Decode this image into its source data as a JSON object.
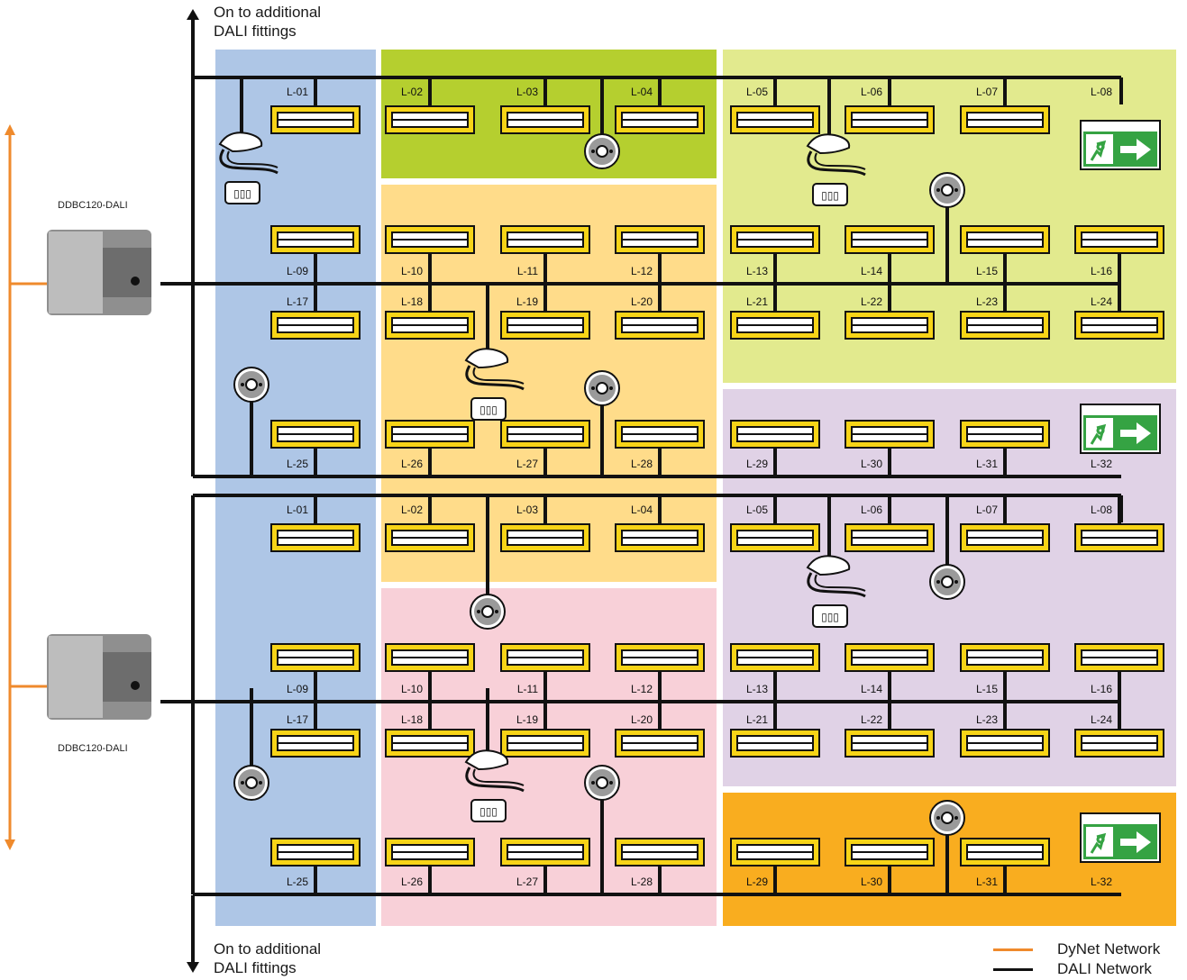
{
  "top_note": {
    "line1": "On to additional",
    "line2": "DALI fittings"
  },
  "bottom_note": {
    "line1": "On to additional",
    "line2": "DALI fittings"
  },
  "controllers": [
    {
      "label": "DDBC120-DALI"
    },
    {
      "label": "DDBC120-DALI"
    }
  ],
  "legend": [
    {
      "label": "DyNet Network",
      "color": "#ef8a2c"
    },
    {
      "label": "DALI Network",
      "color": "#111111"
    }
  ],
  "sensor_label": "▯▯▯",
  "networks": [
    {
      "rows": [
        [
          "L-01",
          "L-02",
          "L-03",
          "L-04",
          "L-05",
          "L-06",
          "L-07",
          "L-08"
        ],
        [
          "L-09",
          "L-10",
          "L-11",
          "L-12",
          "L-13",
          "L-14",
          "L-15",
          "L-16"
        ],
        [
          "L-17",
          "L-18",
          "L-19",
          "L-20",
          "L-21",
          "L-22",
          "L-23",
          "L-24"
        ],
        [
          "L-25",
          "L-26",
          "L-27",
          "L-28",
          "L-29",
          "L-30",
          "L-31",
          "L-32"
        ]
      ]
    },
    {
      "rows": [
        [
          "L-01",
          "L-02",
          "L-03",
          "L-04",
          "L-05",
          "L-06",
          "L-07",
          "L-08"
        ],
        [
          "L-09",
          "L-10",
          "L-11",
          "L-12",
          "L-13",
          "L-14",
          "L-15",
          "L-16"
        ],
        [
          "L-17",
          "L-18",
          "L-19",
          "L-20",
          "L-21",
          "L-22",
          "L-23",
          "L-24"
        ],
        [
          "L-25",
          "L-26",
          "L-27",
          "L-28",
          "L-29",
          "L-30",
          "L-31",
          "L-32"
        ]
      ]
    }
  ],
  "zone_colors": {
    "blue": "#aec6e6",
    "green": "#b5cf2f",
    "light_yellow": "#ffdc8a",
    "pale_green": "#e2ea8e",
    "lavender": "#e0d2e6",
    "pink": "#f8d0d8",
    "orange": "#f9ad1f"
  }
}
